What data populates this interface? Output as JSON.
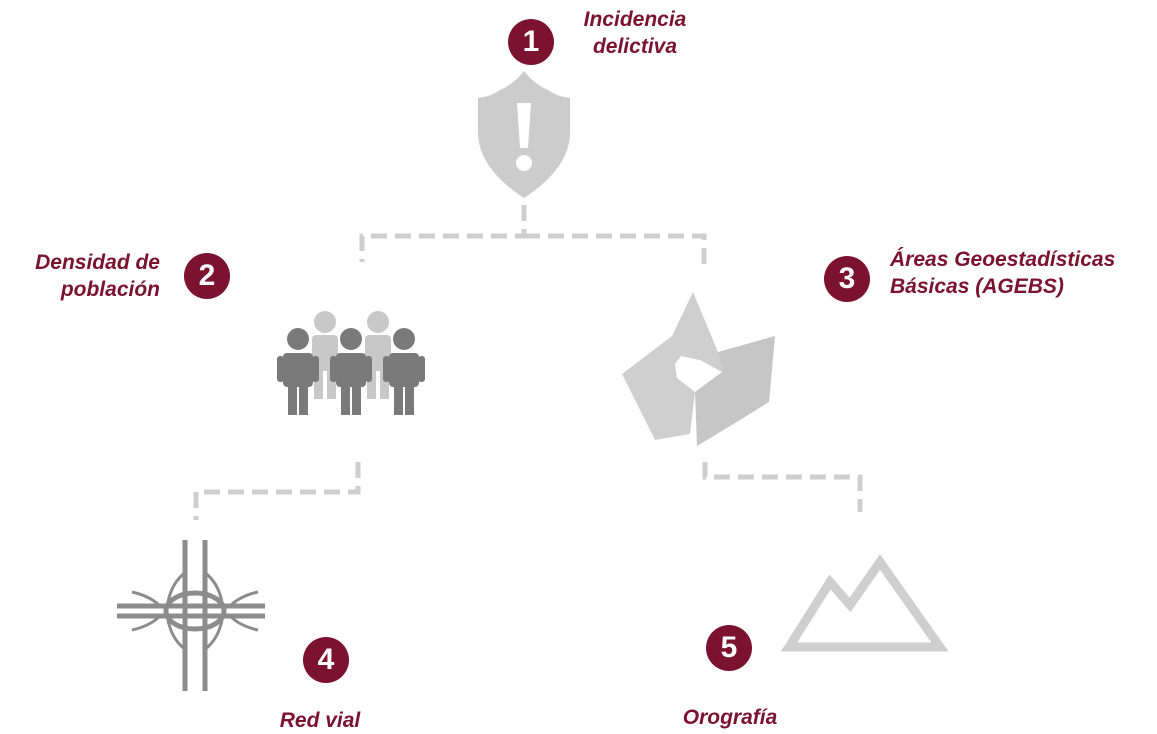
{
  "colors": {
    "accent": "#7b1230",
    "connector": "#cfcfcf",
    "icon_light": "#cccccc",
    "icon_dark": "#7a7a7a"
  },
  "nodes": [
    {
      "number": "1",
      "label_lines": [
        "Incidencia",
        "delictiva"
      ],
      "icon": "shield-alert-icon"
    },
    {
      "number": "2",
      "label_lines": [
        "Densidad de",
        "población"
      ],
      "icon": "people-group-icon"
    },
    {
      "number": "3",
      "label_lines": [
        "Áreas Geoestadísticas",
        "Básicas (AGEBS)"
      ],
      "icon": "map-polygon-icon"
    },
    {
      "number": "4",
      "label_lines": [
        "Red vial"
      ],
      "icon": "road-interchange-icon"
    },
    {
      "number": "5",
      "label_lines": [
        "Orografía"
      ],
      "icon": "mountain-icon"
    }
  ]
}
